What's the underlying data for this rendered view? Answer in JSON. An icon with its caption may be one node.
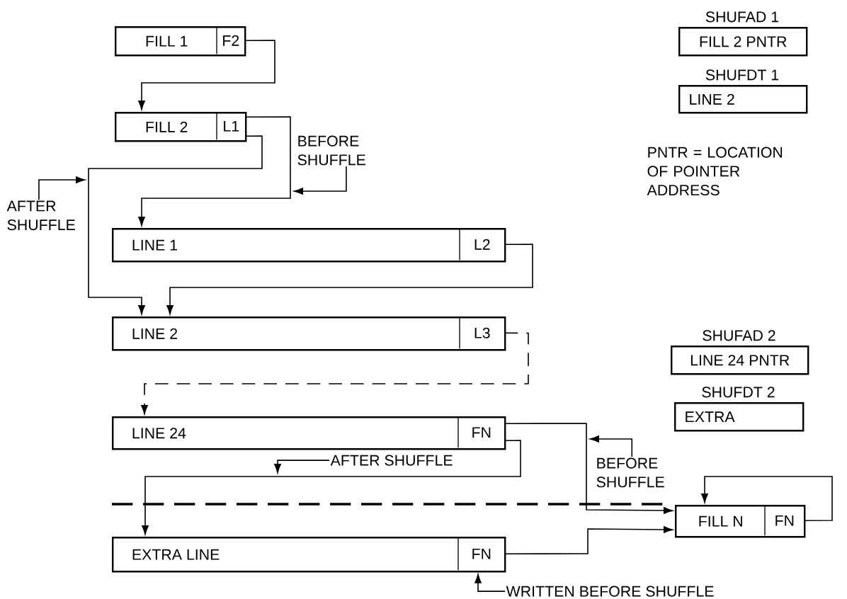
{
  "diagram": {
    "nodes": [
      {
        "text": [
          "FILL 1"
        ]
      },
      {
        "text": [
          "F2"
        ],
        "in": 0
      },
      {
        "text": [
          "FILL 2"
        ]
      },
      {
        "text": [
          "L1"
        ],
        "in": 2
      },
      {
        "text": [
          "LINE 1"
        ]
      },
      {
        "text": [
          "L2"
        ],
        "in": 4
      },
      {
        "text": [
          "LINE 2"
        ]
      },
      {
        "text": [
          "L3"
        ],
        "in": 6
      },
      {
        "text": [
          "LINE 24"
        ]
      },
      {
        "text": [
          "FN"
        ],
        "in": 8
      },
      {
        "text": [
          "EXTRA LINE"
        ]
      },
      {
        "text": [
          "FN"
        ],
        "in": 10
      },
      {
        "text": [
          "FILL N"
        ]
      },
      {
        "text": [
          "FN"
        ],
        "in": 12
      },
      {
        "text": [
          "SHUFAD 1",
          "FILL 2  PNTR"
        ]
      },
      {
        "text": [
          "SHUFDT 1",
          "LINE 2"
        ]
      },
      {
        "text": [
          "SHUFAD 2",
          "LINE 24 PNTR"
        ]
      },
      {
        "text": [
          "SHUFDT 2",
          "EXTRA"
        ]
      },
      {
        "text": [
          "BEFORE SHUFFLE"
        ]
      },
      {
        "text": [
          "AFTER SHUFFLE"
        ]
      },
      {
        "text": [
          "AFTER SHUFFLE"
        ]
      },
      {
        "text": [
          "BEFORE SHUFFLE"
        ]
      },
      {
        "text": [
          "WRITTEN BEFORE SHUFFLE"
        ]
      }
    ],
    "edges": [
      {
        "from": 1,
        "to": 2,
        "arrow": "to"
      },
      {
        "from": 3,
        "to": 4,
        "arrow": "to"
      },
      {
        "from": 3,
        "to": 6,
        "arrow": "to"
      },
      {
        "from": 5,
        "to": 6,
        "arrow": "to"
      },
      {
        "from": 7,
        "to": 8,
        "arrow": "to",
        "style": "dashed"
      },
      {
        "from": 9,
        "to": 12,
        "arrow": "to"
      },
      {
        "from": 9,
        "to": 10,
        "arrow": "to"
      },
      {
        "from": 11,
        "to": 12,
        "arrow": "to"
      },
      {
        "from": 13,
        "to": 12,
        "arrow": "to"
      },
      {
        "from": 18,
        "to": null,
        "arrow": "to"
      },
      {
        "from": 19,
        "to": null,
        "arrow": "to"
      },
      {
        "from": 20,
        "to": null,
        "arrow": "to"
      },
      {
        "from": 21,
        "to": null,
        "arrow": "to"
      },
      {
        "from": 22,
        "to": 11,
        "arrow": "to"
      }
    ],
    "labels": [
      "PNTR = LOCATION OF POINTER ADDRESS"
    ]
  }
}
